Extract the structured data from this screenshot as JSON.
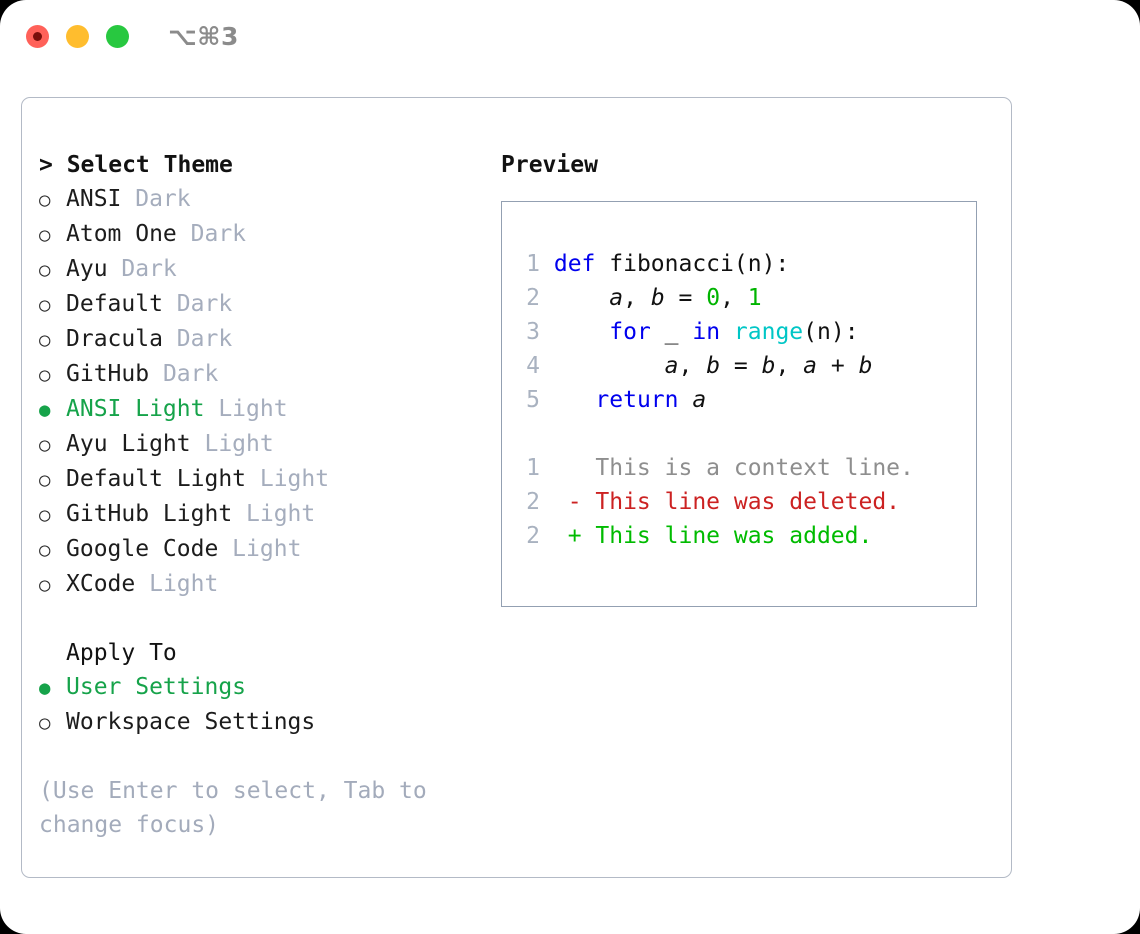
{
  "titlebar": {
    "shortcut": "⌥⌘3",
    "buttons": [
      {
        "name": "close",
        "color": "#ff6159"
      },
      {
        "name": "minimize",
        "color": "#ffbd2e"
      },
      {
        "name": "maximize",
        "color": "#28c840"
      }
    ]
  },
  "colors": {
    "selected_green": "#16a34a",
    "muted": "#a5adbd",
    "keyword_blue": "#0000ee",
    "number_green": "#00b400",
    "builtin_cyan": "#00c6c6",
    "diff_delete_red": "#cc2222",
    "diff_add_green": "#00bb00",
    "panel_border": "#b3bac6"
  },
  "theme_section": {
    "header": "> Select Theme",
    "marker_selected": "●",
    "marker_unselected": "○",
    "items": [
      {
        "name": "ANSI",
        "kind": "Dark",
        "selected": false
      },
      {
        "name": "Atom One",
        "kind": "Dark",
        "selected": false
      },
      {
        "name": "Ayu",
        "kind": "Dark",
        "selected": false
      },
      {
        "name": "Default",
        "kind": "Dark",
        "selected": false
      },
      {
        "name": "Dracula",
        "kind": "Dark",
        "selected": false
      },
      {
        "name": "GitHub",
        "kind": "Dark",
        "selected": false
      },
      {
        "name": "ANSI Light",
        "kind": "Light",
        "selected": true
      },
      {
        "name": "Ayu Light",
        "kind": "Light",
        "selected": false
      },
      {
        "name": "Default Light",
        "kind": "Light",
        "selected": false
      },
      {
        "name": "GitHub Light",
        "kind": "Light",
        "selected": false
      },
      {
        "name": "Google Code",
        "kind": "Light",
        "selected": false
      },
      {
        "name": "XCode",
        "kind": "Light",
        "selected": false
      }
    ]
  },
  "apply_section": {
    "header": "Apply To",
    "items": [
      {
        "name": "User Settings",
        "selected": true
      },
      {
        "name": "Workspace Settings",
        "selected": false
      }
    ]
  },
  "hint": "(Use Enter to select, Tab to change focus)",
  "preview": {
    "title": "Preview",
    "code_lines": [
      {
        "num": "1",
        "tokens": [
          {
            "t": "def ",
            "c": "kw"
          },
          {
            "t": "fibonacci(n):",
            "c": "plain"
          }
        ]
      },
      {
        "num": "2",
        "tokens": [
          {
            "t": "    ",
            "c": "plain"
          },
          {
            "t": "a",
            "c": "var"
          },
          {
            "t": ", ",
            "c": "plain"
          },
          {
            "t": "b",
            "c": "var"
          },
          {
            "t": " = ",
            "c": "plain"
          },
          {
            "t": "0",
            "c": "num"
          },
          {
            "t": ", ",
            "c": "plain"
          },
          {
            "t": "1",
            "c": "num"
          }
        ]
      },
      {
        "num": "3",
        "tokens": [
          {
            "t": "    ",
            "c": "plain"
          },
          {
            "t": "for",
            "c": "kw"
          },
          {
            "t": " _ ",
            "c": "plain"
          },
          {
            "t": "in",
            "c": "kw"
          },
          {
            "t": " ",
            "c": "plain"
          },
          {
            "t": "range",
            "c": "fn"
          },
          {
            "t": "(n):",
            "c": "plain"
          }
        ]
      },
      {
        "num": "4",
        "tokens": [
          {
            "t": "        ",
            "c": "plain"
          },
          {
            "t": "a",
            "c": "var"
          },
          {
            "t": ", ",
            "c": "plain"
          },
          {
            "t": "b",
            "c": "var"
          },
          {
            "t": " = ",
            "c": "plain"
          },
          {
            "t": "b",
            "c": "var"
          },
          {
            "t": ", ",
            "c": "plain"
          },
          {
            "t": "a",
            "c": "var"
          },
          {
            "t": " + ",
            "c": "plain"
          },
          {
            "t": "b",
            "c": "var"
          }
        ]
      },
      {
        "num": "5",
        "tokens": [
          {
            "t": "   ",
            "c": "plain"
          },
          {
            "t": "return",
            "c": "kw"
          },
          {
            "t": " ",
            "c": "plain"
          },
          {
            "t": "a",
            "c": "var"
          }
        ]
      }
    ],
    "diff_lines": [
      {
        "num": "1",
        "marker": " ",
        "text": "This is a context line.",
        "kind": "ctx"
      },
      {
        "num": "2",
        "marker": "-",
        "text": "This line was deleted.",
        "kind": "del"
      },
      {
        "num": "2",
        "marker": "+",
        "text": "This line was added.",
        "kind": "add"
      }
    ]
  }
}
